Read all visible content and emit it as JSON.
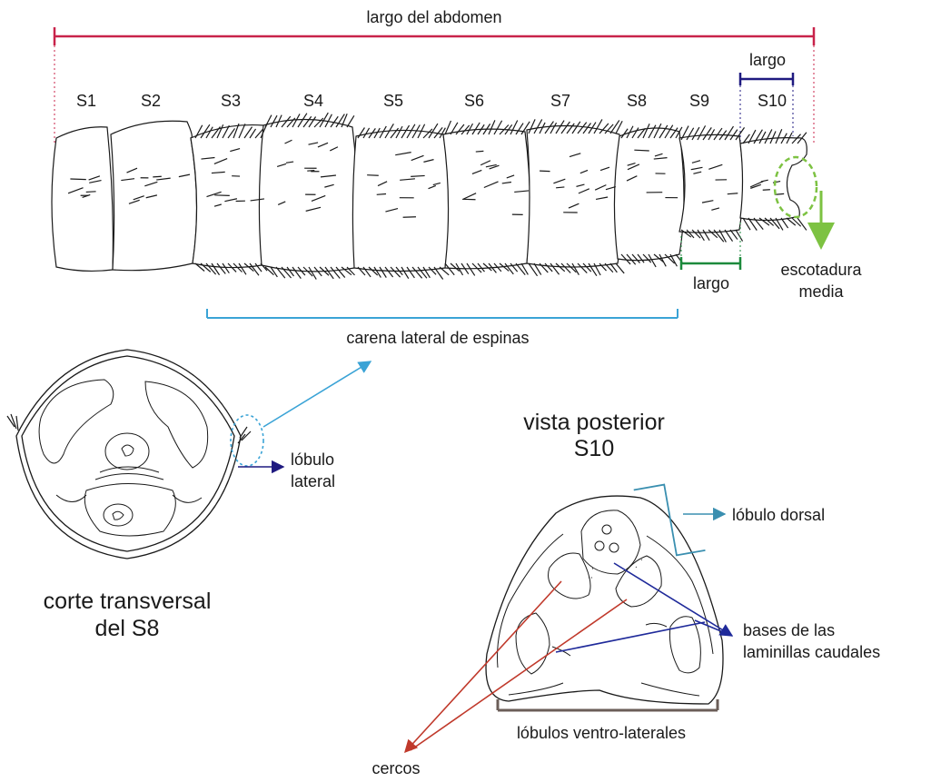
{
  "colors": {
    "total_length": "#c8234a",
    "s10_length": "#1f1a80",
    "s9_length": "#1c8a3c",
    "spine_carina": "#3aa3d6",
    "notch": "#7dc242",
    "lobe_dorsal": "#3a8fb0",
    "lateral_lobe_arrow": "#1f1a80",
    "cerci": "#c0392b",
    "caudal_bases": "#1f2a9a",
    "ventrolateral": "#6b5e58",
    "ink": "#1a1a1a"
  },
  "labels": {
    "abdomen_length": "largo del abdomen",
    "s10_length": "largo",
    "s9_length": "largo",
    "notch": [
      "escotadura",
      "media"
    ],
    "spine_carina": "carena lateral de espinas",
    "lateral_lobe": [
      "lóbulo",
      "lateral"
    ],
    "cross_section": [
      "corte transversal",
      "del S8"
    ],
    "posterior_view": [
      "vista posterior",
      "S10"
    ],
    "dorsal_lobe": "lóbulo dorsal",
    "caudal_bases": [
      "bases de las",
      "laminillas caudales"
    ],
    "ventrolateral_lobes": "lóbulos ventro-laterales",
    "cerci": "cercos"
  },
  "segments": [
    "S1",
    "S2",
    "S3",
    "S4",
    "S5",
    "S6",
    "S7",
    "S8",
    "S9",
    "S10"
  ],
  "icons": {
    "segment_spine": "spine-bristle-icon",
    "arrow": "arrowhead-icon"
  }
}
